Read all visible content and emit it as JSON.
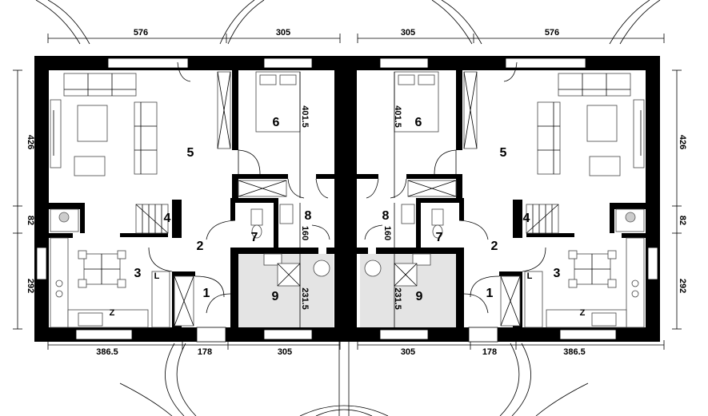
{
  "plan": {
    "top_dims": {
      "a": "576",
      "b": "305",
      "c": "305",
      "d": "576"
    },
    "bottom_dims": {
      "a": "386.5",
      "b": "178",
      "c": "305",
      "d": "305",
      "e": "178",
      "f": "386.5"
    },
    "side_dims_left": {
      "a": "426",
      "b": "82",
      "c": "292"
    },
    "side_dims_right": {
      "a": "426",
      "b": "82",
      "c": "292"
    },
    "rooms": {
      "left": {
        "r1": "1",
        "r2": "2",
        "r3": "3",
        "r4": "4",
        "r5": "5",
        "r6": "6",
        "r7": "7",
        "r8": "8",
        "r9": "9"
      },
      "right": {
        "r1": "1",
        "r2": "2",
        "r3": "3",
        "r4": "4",
        "r5": "5",
        "r6": "6",
        "r7": "7",
        "r8": "8",
        "r9": "9"
      }
    },
    "inner_dims": {
      "left": {
        "bedroom": "401.5",
        "bath": "160",
        "utility": "231.5"
      },
      "right": {
        "bedroom": "401.5",
        "bath": "160",
        "utility": "231.5"
      }
    },
    "marks": {
      "cabinet": "L",
      "sink": "Z"
    }
  }
}
